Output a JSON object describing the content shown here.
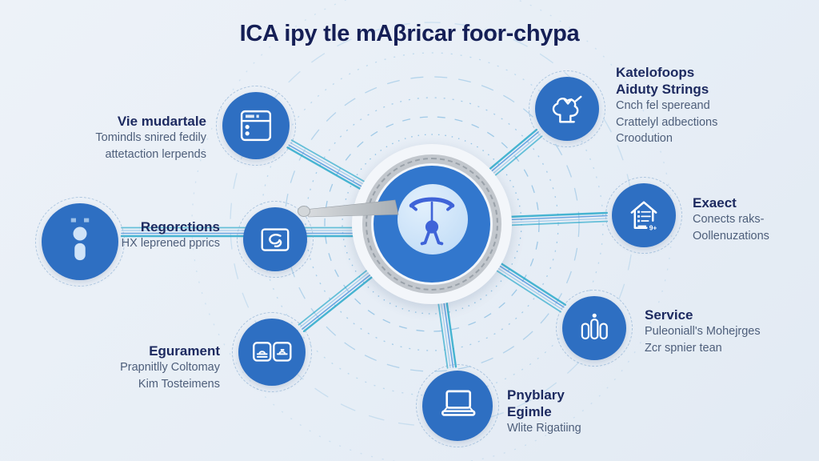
{
  "title": "ICA ipy tle mAβricar foor-chypa",
  "colors": {
    "node_blue": "#2e6fc2",
    "hub_blue": "#3277cd",
    "hub_inner": "#c8e0f8",
    "glyph_blue": "#3f63d8",
    "spoke_teal": "#1fa6c9",
    "spoke_blue": "#4d94dd",
    "spoke_light": "#9cc8e8",
    "heading_text": "#1d2a60",
    "body_text": "#4d5e7a",
    "ring_silver": "#c2c7cd"
  },
  "hub": {
    "icon": "drone-figure-icon"
  },
  "labels": {
    "top_left": {
      "heading": "Vie mudartale",
      "body": [
        "Tomindls snired fedily",
        "attetaction lerpends"
      ],
      "icon": "server-icon"
    },
    "top_right": {
      "heading": "Katelofoops",
      "heading2": "Aiduty Strings",
      "body": [
        "Cnch fel spereand",
        "Crattelyl adbections",
        "Croodution"
      ],
      "icon": "chef-hat-icon"
    },
    "mid_left": {
      "heading": "Regorctions",
      "body": [
        "HX leprened pprics"
      ],
      "icon": "info-person-icon"
    },
    "mid_right": {
      "heading": "Exaect",
      "body": [
        "Conects raks-",
        "Oollenuzations"
      ],
      "icon": "house-checklist-icon"
    },
    "bottom_left": {
      "heading": "Egurament",
      "body": [
        "Prapnitlly Coltomay",
        "Kim Tosteimens"
      ],
      "icon": "appliance-pair-icon"
    },
    "bottom_right": {
      "heading": "Service",
      "body": [
        "Puleoniall's Mohejrges",
        "Zcr spnier tean"
      ],
      "icon": "people-columns-icon"
    },
    "bottom_center": {
      "heading": "Pnyblary",
      "heading2": "Egimle",
      "body": [
        "Wlite Rigatiing"
      ],
      "icon": "laptop-icon"
    }
  }
}
